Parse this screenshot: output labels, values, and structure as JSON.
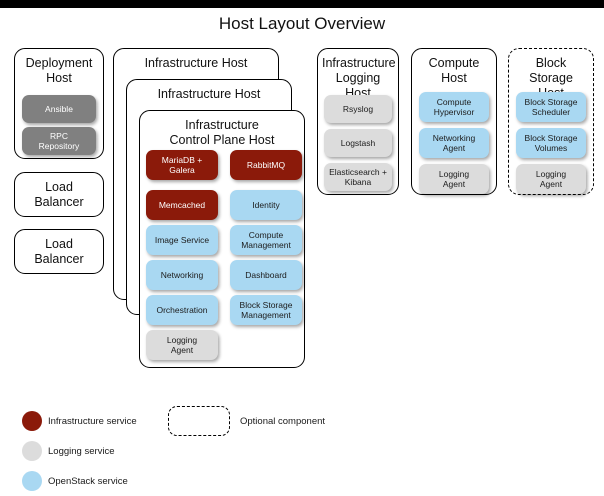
{
  "title": "Host Layout Overview",
  "colors": {
    "infrastructure_service": "#8B1A0A",
    "logging_service": "#DCDCDC",
    "openstack_service": "#A9D8F2",
    "deployment_service": "#808080",
    "card_border": "#000000",
    "background": "#FFFFFF",
    "topbar": "#000000"
  },
  "hosts": {
    "deployment": {
      "title": "Deployment\nHost",
      "services": [
        {
          "label": "Ansible",
          "kind": "deploy"
        },
        {
          "label": "RPC\nRepository",
          "kind": "deploy"
        }
      ]
    },
    "load_balancer_1": {
      "title": "Load\nBalancer",
      "services": []
    },
    "load_balancer_2": {
      "title": "Load\nBalancer",
      "services": []
    },
    "infrastructure_outer": {
      "title": "Infrastructure Host"
    },
    "infrastructure_middle": {
      "title": "Infrastructure Host"
    },
    "infrastructure_control_plane": {
      "title": "Infrastructure\nControl Plane Host",
      "services": [
        {
          "label": "MariaDB +\nGalera",
          "kind": "infra"
        },
        {
          "label": "RabbitMQ",
          "kind": "infra"
        },
        {
          "label": "Memcached",
          "kind": "infra"
        },
        {
          "label": "Identity",
          "kind": "openstack"
        },
        {
          "label": "Image Service",
          "kind": "openstack"
        },
        {
          "label": "Compute\nManagement",
          "kind": "openstack"
        },
        {
          "label": "Networking",
          "kind": "openstack"
        },
        {
          "label": "Dashboard",
          "kind": "openstack"
        },
        {
          "label": "Orchestration",
          "kind": "openstack"
        },
        {
          "label": "Block Storage\nManagement",
          "kind": "openstack"
        },
        {
          "label": "Logging\nAgent",
          "kind": "logging"
        }
      ]
    },
    "infrastructure_logging": {
      "title": "Infrastructure\nLogging Host",
      "services": [
        {
          "label": "Rsyslog",
          "kind": "logging"
        },
        {
          "label": "Logstash",
          "kind": "logging"
        },
        {
          "label": "Elasticsearch +\nKibana",
          "kind": "logging"
        }
      ]
    },
    "compute": {
      "title": "Compute\nHost",
      "services": [
        {
          "label": "Compute\nHypervisor",
          "kind": "openstack"
        },
        {
          "label": "Networking\nAgent",
          "kind": "openstack"
        },
        {
          "label": "Logging\nAgent",
          "kind": "logging"
        }
      ]
    },
    "block_storage": {
      "title": "Block Storage\nHost",
      "optional": true,
      "services": [
        {
          "label": "Block Storage\nScheduler",
          "kind": "openstack"
        },
        {
          "label": "Block Storage\nVolumes",
          "kind": "openstack"
        },
        {
          "label": "Logging\nAgent",
          "kind": "logging"
        }
      ]
    }
  },
  "legend": {
    "items": [
      {
        "label": "Infrastructure service",
        "kind": "infra"
      },
      {
        "label": "Logging service",
        "kind": "logging"
      },
      {
        "label": "OpenStack service",
        "kind": "openstack"
      }
    ],
    "optional_label": "Optional component"
  }
}
